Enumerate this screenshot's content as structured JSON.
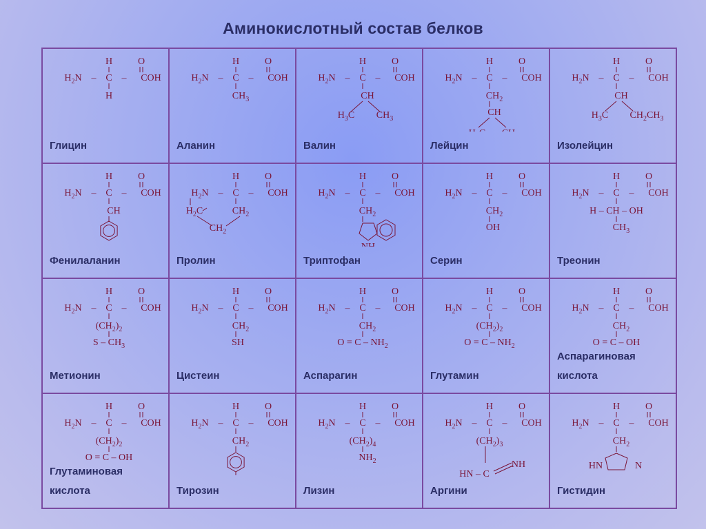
{
  "title": "Аминокислотный состав белков",
  "amino_acids": [
    {
      "name": "Глицин"
    },
    {
      "name": "Аланин"
    },
    {
      "name": "Валин"
    },
    {
      "name": "Лейцин"
    },
    {
      "name": "Изолейцин"
    },
    {
      "name": "Фенилаланин"
    },
    {
      "name": "Пролин"
    },
    {
      "name": "Триптофан"
    },
    {
      "name": "Серин"
    },
    {
      "name": "Треонин"
    },
    {
      "name": "Метионин"
    },
    {
      "name": "Цистеин"
    },
    {
      "name": "Аспарагин"
    },
    {
      "name": "Глутамин"
    },
    {
      "name": "Аспарагиновая\nкислота"
    },
    {
      "name": "Глутаминовая\nкислота"
    },
    {
      "name": "Тирозин"
    },
    {
      "name": "Лизин"
    },
    {
      "name": "Аргини"
    },
    {
      "name": "Гистидин"
    }
  ],
  "formula_text": {
    "h": "H",
    "o": "O",
    "h2n": "H2N",
    "c": "C",
    "coh": "COH",
    "dash": "–",
    "ch": "CH",
    "ch2": "CH2",
    "ch3": "CH3",
    "h3c": "H3C",
    "h2c": "H2C",
    "ch2ch3": "CH2CH3",
    "oh": "OH",
    "nh": "NH",
    "nh2": "NH2",
    "sh": "SH",
    "n": "N",
    "hn": "HN",
    "hn_c": "HN – C",
    "s_ch3": "S – CH3",
    "ch2_2": "(CH2)2",
    "ch2_3": "(CH2)3",
    "ch2_4": "(CH2)4",
    "o_c_nh2": "O = C – NH2",
    "o_c_oh": "O = C – OH",
    "h_ch_oh": "H – CH – OH"
  }
}
